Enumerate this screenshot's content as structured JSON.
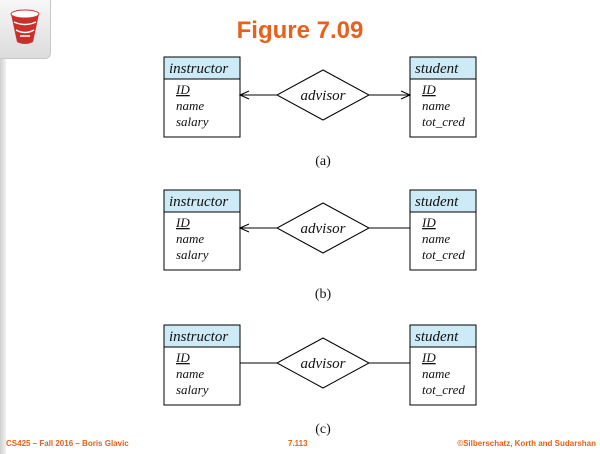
{
  "slide": {
    "title": "Figure 7.09",
    "footer_left": "CS425 – Fall 2016 – Boris Glavic",
    "footer_center": "7.113",
    "footer_right": "©Silberschatz, Korth and Sudarshan",
    "logo_icon": "database-icon",
    "title_color": "#e8601c",
    "entity_header_color": "#cdeaf7"
  },
  "diagrams": [
    {
      "caption": "(a)",
      "left_entity": {
        "name": "instructor",
        "key": "ID",
        "attrs": [
          "name",
          "salary"
        ]
      },
      "relationship": "advisor",
      "right_entity": {
        "name": "student",
        "key": "ID",
        "attrs": [
          "name",
          "tot_cred"
        ]
      },
      "left_arrow": true,
      "right_arrow": true
    },
    {
      "caption": "(b)",
      "left_entity": {
        "name": "instructor",
        "key": "ID",
        "attrs": [
          "name",
          "salary"
        ]
      },
      "relationship": "advisor",
      "right_entity": {
        "name": "student",
        "key": "ID",
        "attrs": [
          "name",
          "tot_cred"
        ]
      },
      "left_arrow": true,
      "right_arrow": false
    },
    {
      "caption": "(c)",
      "left_entity": {
        "name": "instructor",
        "key": "ID",
        "attrs": [
          "name",
          "salary"
        ]
      },
      "relationship": "advisor",
      "right_entity": {
        "name": "student",
        "key": "ID",
        "attrs": [
          "name",
          "tot_cred"
        ]
      },
      "left_arrow": false,
      "right_arrow": false
    }
  ]
}
